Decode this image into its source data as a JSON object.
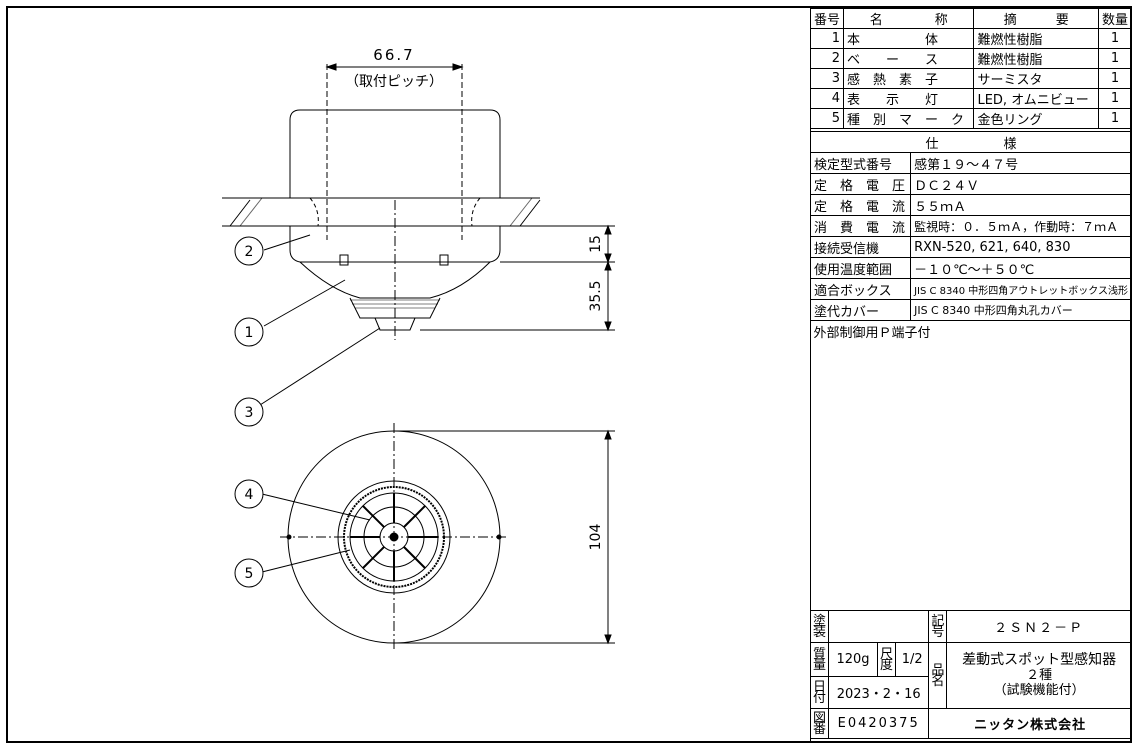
{
  "dimensions": {
    "pitch": "66.7",
    "pitch_note": "（取付ピッチ）",
    "h1": "15",
    "h2": "35.5",
    "dia": "104"
  },
  "callouts": [
    "1",
    "2",
    "3",
    "4",
    "5"
  ],
  "parts_table": {
    "headers": [
      "番号",
      "名　　　　称",
      "摘　　　要",
      "数量"
    ],
    "rows": [
      {
        "no": "1",
        "name": "本　　　　　体",
        "spec": "難燃性樹脂",
        "qty": "1"
      },
      {
        "no": "2",
        "name": "ベ　　ー　　ス",
        "spec": "難燃性樹脂",
        "qty": "1"
      },
      {
        "no": "3",
        "name": "感　熱　素　子",
        "spec": "サーミスタ",
        "qty": "1"
      },
      {
        "no": "4",
        "name": "表　　示　　灯",
        "spec": "LED, オムニビュー",
        "qty": "1"
      },
      {
        "no": "5",
        "name": "種　別　マ　ー　ク",
        "spec": "金色リング",
        "qty": "1"
      }
    ]
  },
  "spec_title": "仕　　　　　様",
  "spec_rows": [
    {
      "label": "検定型式番号",
      "value": "感第１９～４７号"
    },
    {
      "label": "定　格　電　圧",
      "value": "ＤＣ２４Ｖ"
    },
    {
      "label": "定　格　電　流",
      "value": "５５ｍＡ"
    },
    {
      "label": "消　費　電　流",
      "value": "監視時：０．５ｍＡ，作動時：７ｍＡ"
    },
    {
      "label": "接続受信機",
      "value": "RXN-520, 621, 640, 830"
    },
    {
      "label": "使用温度範囲",
      "value": "－１０℃～＋５０℃"
    },
    {
      "label": "適合ボックス",
      "value": "JIS C 8340 中形四角アウトレットボックス浅形"
    },
    {
      "label": "塗代カバー",
      "value": "JIS C 8340 中形四角丸孔カバー"
    }
  ],
  "spec_note": "外部制御用Ｐ端子付",
  "title_block": {
    "paint_label": "塗装",
    "mark_label": "記号",
    "model": "２ＳＮ２－Ｐ",
    "mass_label": "質量",
    "mass": "120g",
    "scale_label": "尺度",
    "scale": "1/2",
    "name_label": "品名",
    "product_line1": "差動式スポット型感知器",
    "product_line2": "２種",
    "product_line3": "（試験機能付）",
    "date_label": "日付",
    "date": "2023・2・16",
    "drawing_no_label": "図番",
    "drawing_no": "E0420375",
    "manufacturer": "ニッタン株式会社"
  }
}
